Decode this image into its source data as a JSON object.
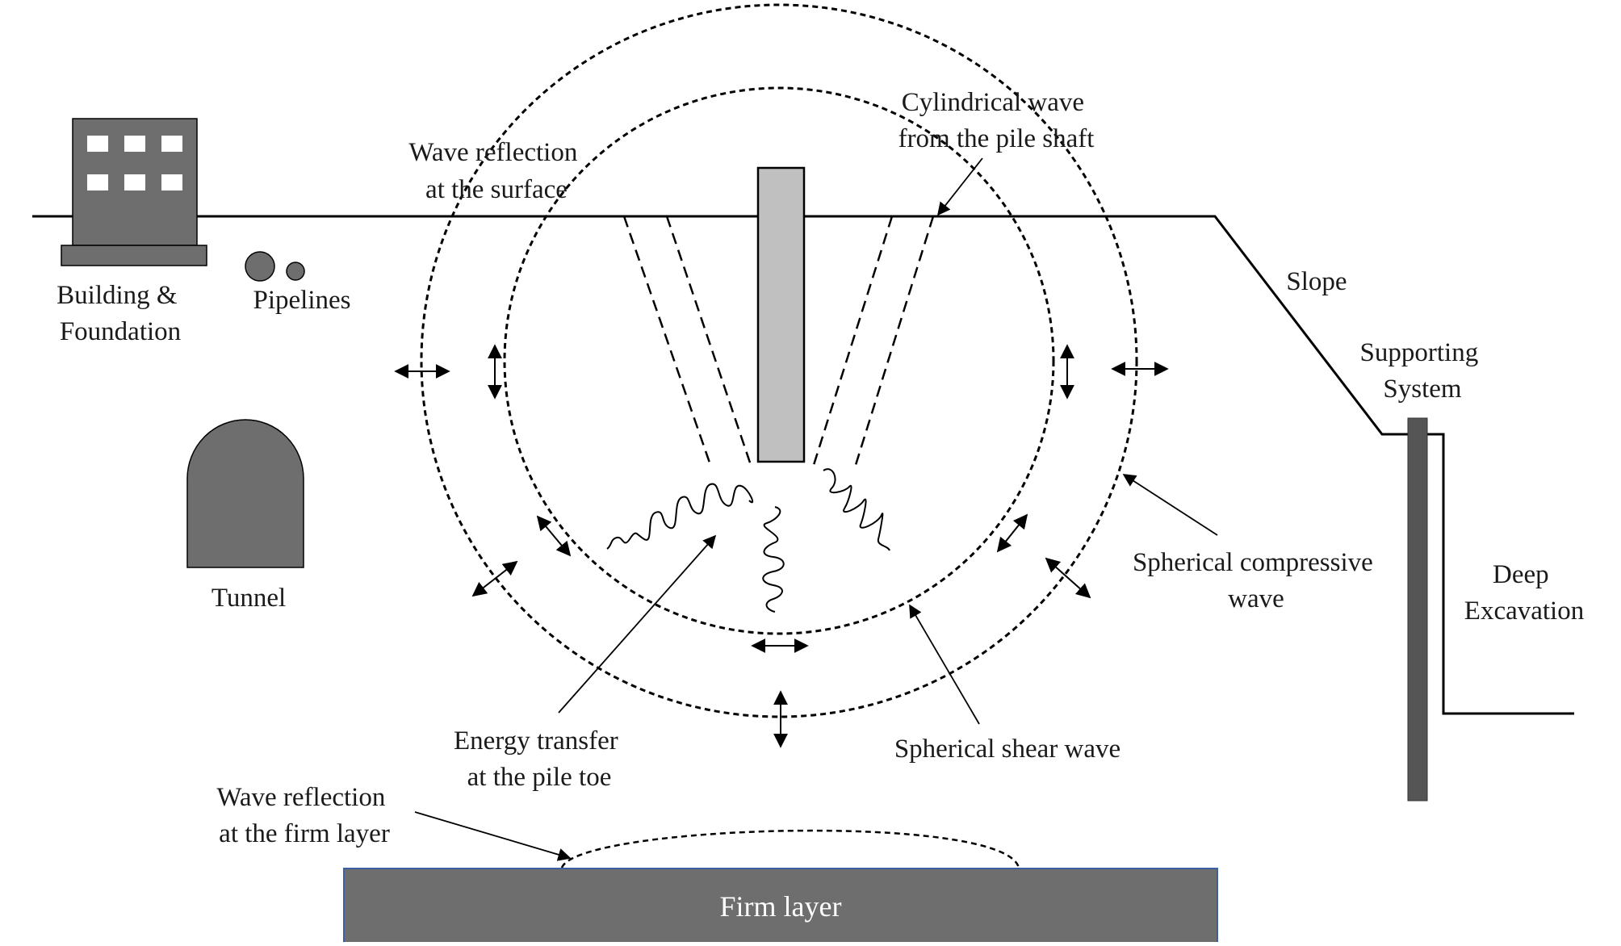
{
  "labels": {
    "building": [
      "Building  &",
      "Foundation"
    ],
    "pipelines": "Pipelines",
    "tunnel": "Tunnel",
    "wave_reflection_surface": [
      "Wave reflection",
      "at the surface"
    ],
    "cylindrical_wave": [
      "Cylindrical wave",
      "from the pile shaft"
    ],
    "slope": "Slope",
    "supporting_system": [
      "Supporting",
      "System"
    ],
    "spherical_compressive_wave": [
      "Spherical compressive",
      "wave"
    ],
    "deep_excavation": [
      "Deep",
      "Excavation"
    ],
    "energy_transfer": [
      "Energy transfer",
      "at the pile toe"
    ],
    "spherical_shear_wave": "Spherical  shear wave",
    "wave_reflection_firm": [
      "Wave reflection",
      "at the firm layer"
    ],
    "firm_layer": "Firm layer"
  },
  "colors": {
    "structure_fill": "#6e6e6e",
    "pile_fill": "#c0c0c0",
    "line": "#000000",
    "firm_layer_border": "#3b5fa0"
  }
}
